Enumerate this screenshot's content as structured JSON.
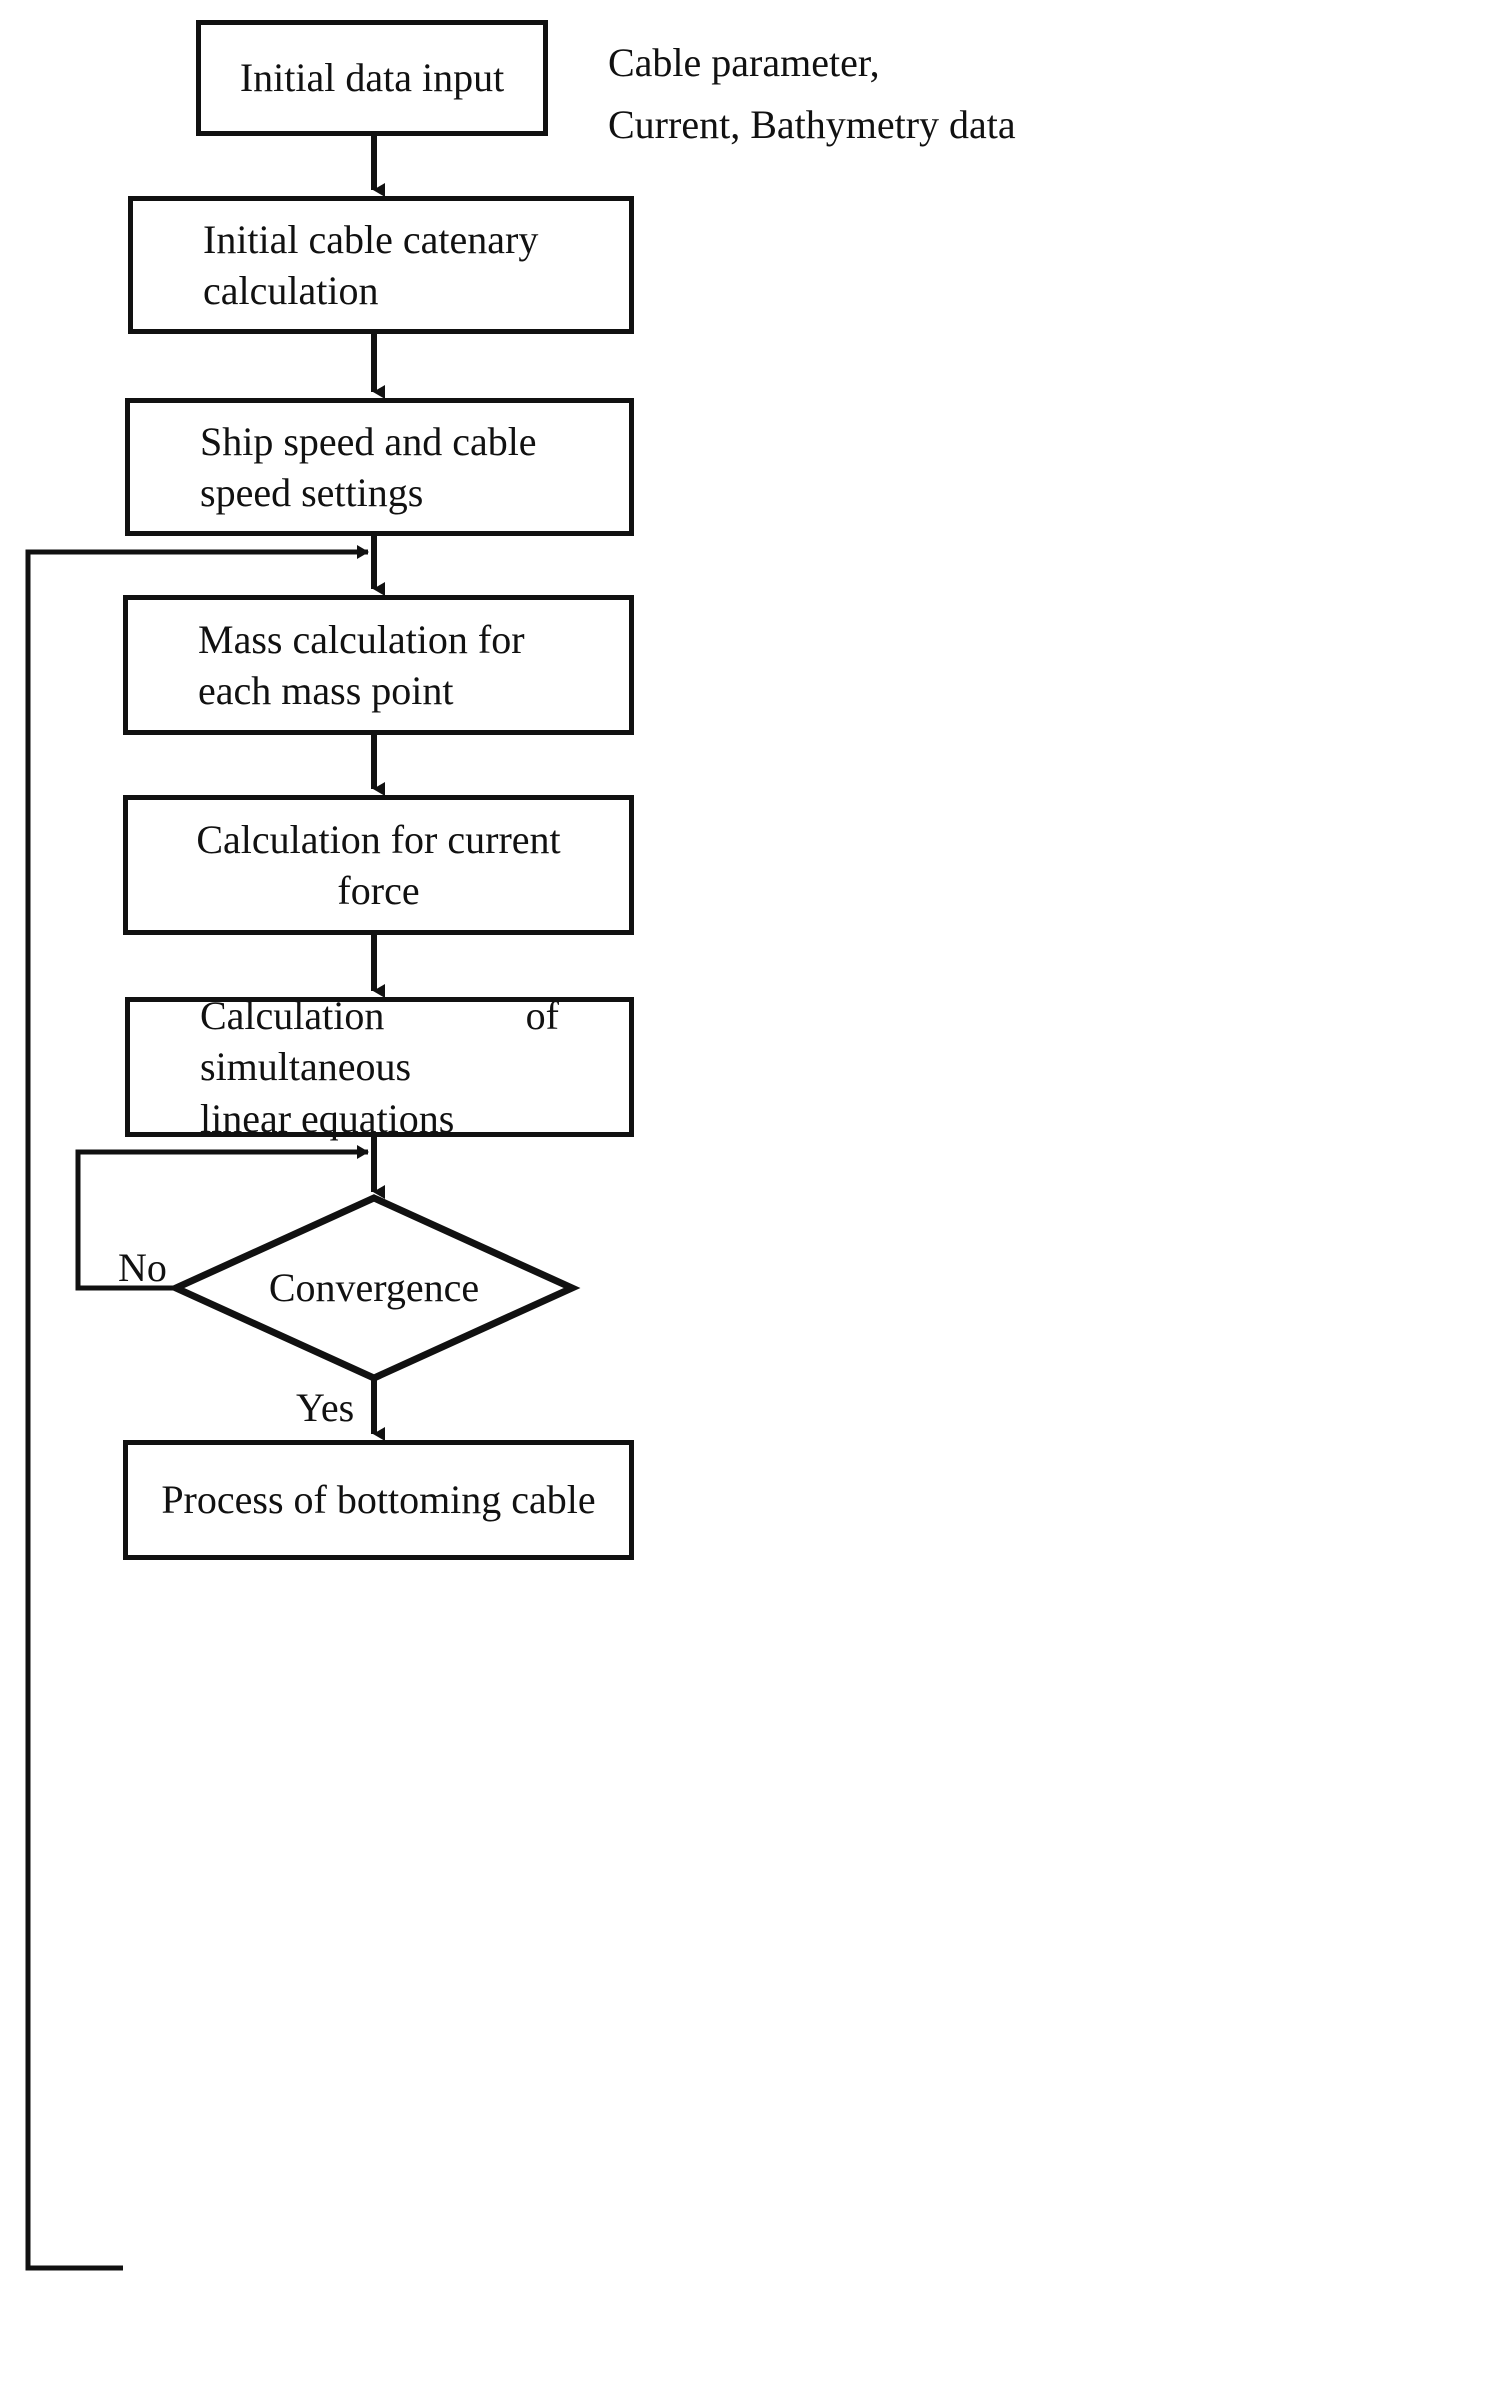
{
  "diagram": {
    "title": "Cable laying simulation flowchart",
    "stroke_color": "#111111",
    "background_color": "#ffffff",
    "nodes": [
      {
        "id": "initial-data-input",
        "shape": "process",
        "label": "Initial data input"
      },
      {
        "id": "initial-cable-catenary",
        "shape": "process",
        "label": "Initial  cable  catenary\ncalculation"
      },
      {
        "id": "ship-and-cable-speed",
        "shape": "process",
        "label": "Ship  speed  and  cable\nspeed settings"
      },
      {
        "id": "mass-calculation",
        "shape": "process",
        "label": "Mass   calculation   for\neach mass point"
      },
      {
        "id": "current-force",
        "shape": "process",
        "label": "Calculation for current force"
      },
      {
        "id": "simultaneous-equations",
        "shape": "process",
        "label": "Calculation  of  simultaneous\nlinear equations"
      },
      {
        "id": "convergence",
        "shape": "decision",
        "label": "Convergence"
      },
      {
        "id": "bottoming-cable",
        "shape": "process",
        "label": "Process of bottoming cable"
      }
    ],
    "annotations": [
      {
        "id": "input-note",
        "text": "Cable parameter,\nCurrent, Bathymetry data"
      }
    ],
    "edge_labels": [
      {
        "id": "no-label",
        "text": "No"
      },
      {
        "id": "yes-label",
        "text": "Yes"
      }
    ]
  }
}
